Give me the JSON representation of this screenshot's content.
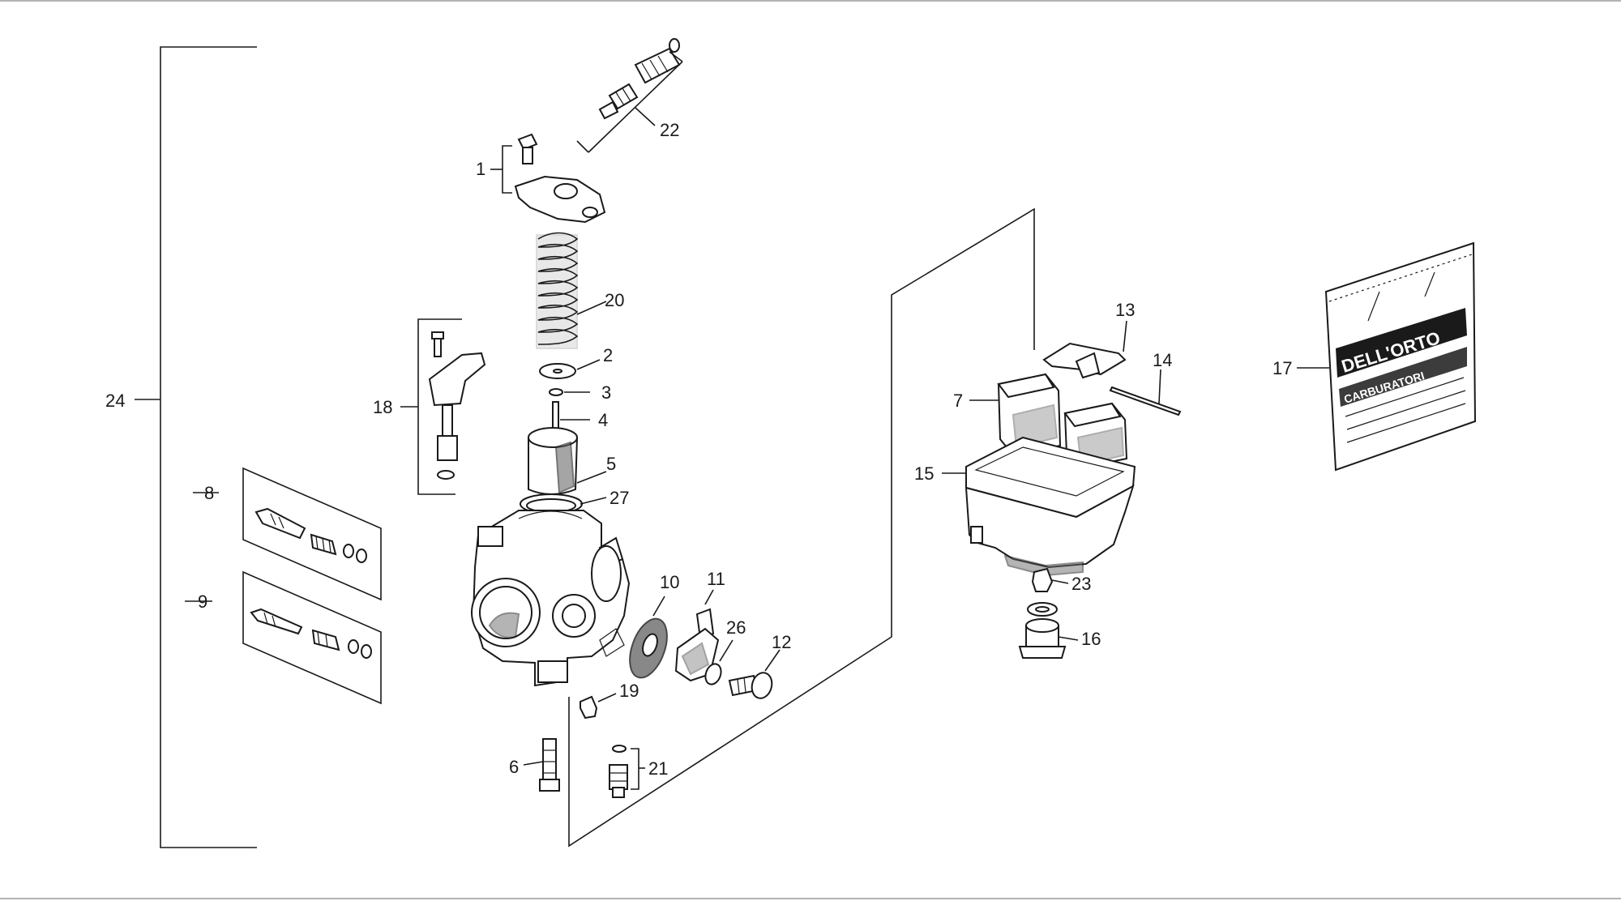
{
  "labels": {
    "p1": "1",
    "p2": "2",
    "p3": "3",
    "p4": "4",
    "p5": "5",
    "p6": "6",
    "p7": "7",
    "p8": "8",
    "p9": "9",
    "p10": "10",
    "p11": "11",
    "p12": "12",
    "p13": "13",
    "p14": "14",
    "p15": "15",
    "p16": "16",
    "p17": "17",
    "p18": "18",
    "p19": "19",
    "p20": "20",
    "p21": "21",
    "p22": "22",
    "p23": "23",
    "p24": "24",
    "p26": "26",
    "p27": "27"
  },
  "bag": {
    "brand": "DELL'ORTO",
    "line": "CARBURATORI"
  }
}
